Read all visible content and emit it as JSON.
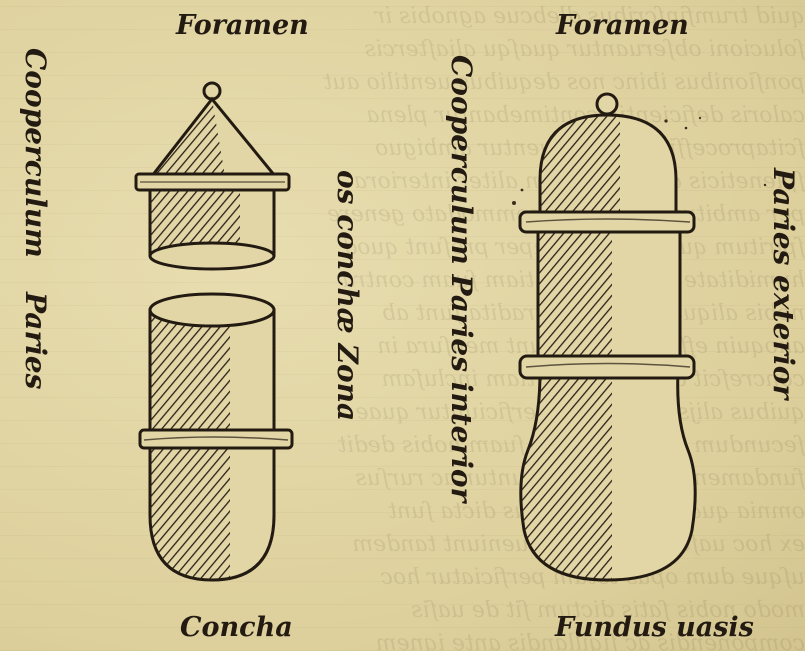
{
  "labels": {
    "foramen_left": "Foramen",
    "foramen_right": "Foramen",
    "cooperculum_left": "Cooperculum",
    "paries_left": "Paries",
    "os_conchae_zona": "os conchæ Zona",
    "cooperculum_paries_interior": "Cooperculum Paries interior",
    "paries_exterior": "Paries exterior",
    "concha": "Concha",
    "fundus_uasis": "Fundus uasis"
  },
  "colors": {
    "paper": "#e2d6a6",
    "ink": "#231b12"
  }
}
